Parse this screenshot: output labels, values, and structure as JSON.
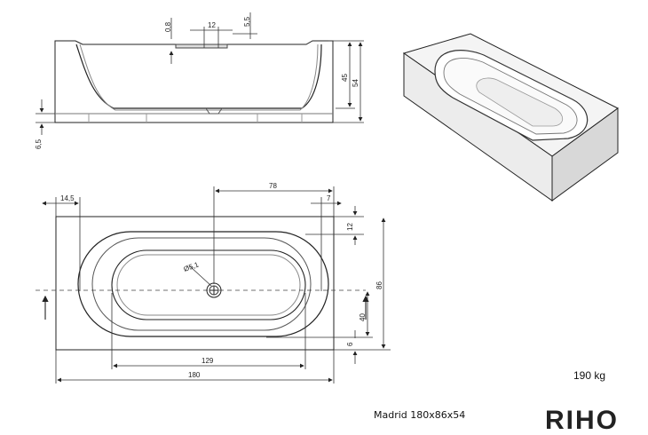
{
  "drawing": {
    "dims": {
      "d_0_8": "0,8",
      "d_12": "12",
      "d_5_5": "5,5",
      "d_45": "45",
      "d_54": "54",
      "d_6_5": "6,5",
      "d_14_5": "14,5",
      "d_78": "78",
      "d_7": "7",
      "d_12b": "12",
      "d_diam": "Ø5,1",
      "d_86": "86",
      "d_40": "40",
      "d_6": "6",
      "d_129": "129",
      "d_180": "180"
    }
  },
  "weight": "190 kg",
  "model": "Madrid 180x86x54",
  "brand": "RIHO"
}
